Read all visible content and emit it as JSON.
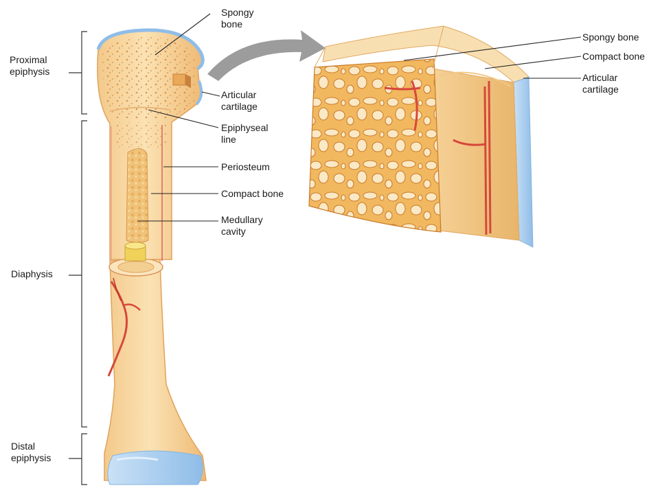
{
  "regions": {
    "proximal_epiphysis": [
      "Proximal",
      "epiphysis"
    ],
    "diaphysis": "Diaphysis",
    "distal_epiphysis": [
      "Distal",
      "epiphysis"
    ]
  },
  "bone_labels": {
    "spongy_bone": [
      "Spongy",
      "bone"
    ],
    "articular_cartilage": [
      "Articular",
      "cartilage"
    ],
    "epiphyseal_line": [
      "Epiphyseal",
      "line"
    ],
    "periosteum": "Periosteum",
    "compact_bone": "Compact bone",
    "medullary_cavity": [
      "Medullary",
      "cavity"
    ]
  },
  "inset_labels": {
    "spongy_bone": "Spongy bone",
    "compact_bone": "Compact bone",
    "articular_cartilage": [
      "Articular",
      "cartilage"
    ]
  },
  "colors": {
    "bone": "#f5cf95",
    "bone_light": "#fbe7c1",
    "bone_dark": "#e3a55f",
    "cartilage": "#a9cdee",
    "vessel": "#d7473a",
    "arrow": "#9c9c9c",
    "leader": "#222222"
  }
}
